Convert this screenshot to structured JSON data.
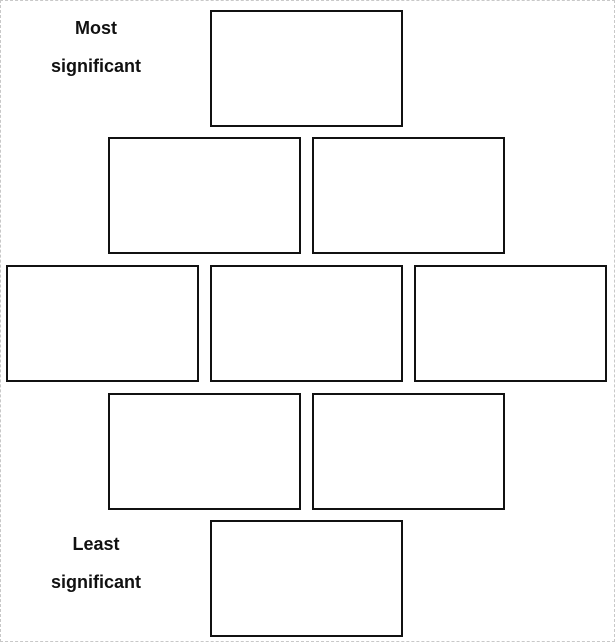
{
  "labels": {
    "top": {
      "line1": "Most",
      "line2": "significant"
    },
    "bottom": {
      "line1": "Least",
      "line2": "significant"
    }
  },
  "colors": {
    "box_border": "#111111",
    "background": "#ffffff",
    "page_border": "#c8c8c8"
  }
}
